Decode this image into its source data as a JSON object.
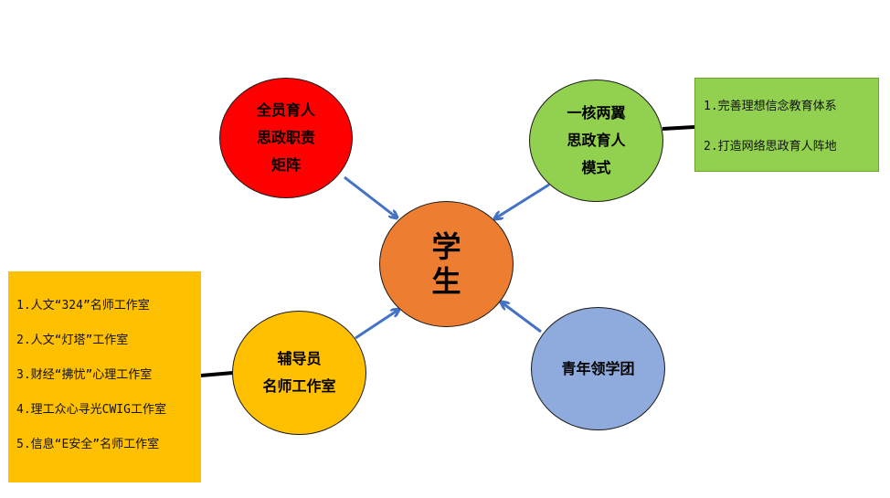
{
  "nodes": {
    "center": {
      "lines": [
        "学",
        "生"
      ],
      "color": "#ed7d31"
    },
    "top_left": {
      "lines": [
        "全员育人",
        "思政职责",
        "矩阵"
      ],
      "color": "#ff0000"
    },
    "top_right": {
      "lines": [
        "一核两翼",
        "思政育人",
        "模式"
      ],
      "color": "#92d050"
    },
    "bottom_left": {
      "lines": [
        "辅导员",
        "名师工作室"
      ],
      "color": "#ffc000"
    },
    "bottom_right": {
      "lines": [
        "青年领学团"
      ],
      "color": "#8faadc"
    }
  },
  "box_right": {
    "items": [
      "1.完善理想信念教育体系",
      "2.打造网络思政育人阵地"
    ],
    "color": "#92d050"
  },
  "box_left": {
    "items": [
      "1.人文“324”名师工作室",
      "2.人文“灯塔”工作室",
      "3.财经“拂忧”心理工作室",
      "4.理工众心寻光CWIG工作室",
      "5.信息“E安全”名师工作室"
    ],
    "color": "#ffc000"
  },
  "colors": {
    "arrow": "#4472c4",
    "connector": "#000000"
  }
}
